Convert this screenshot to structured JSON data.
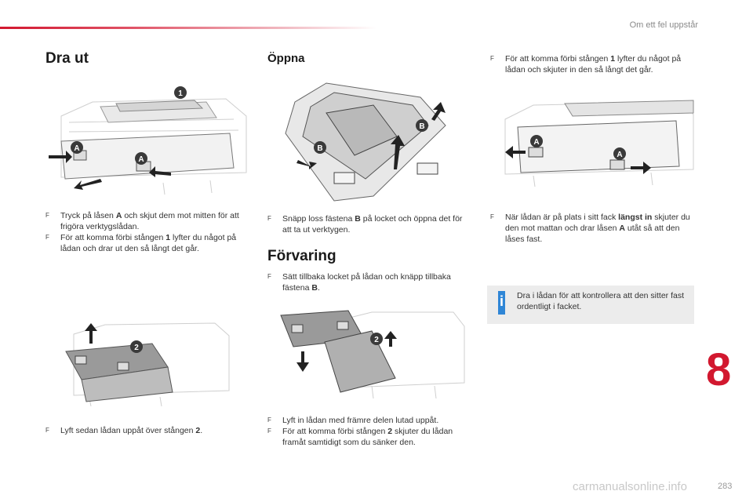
{
  "header": {
    "title": "Om ett fel uppstår"
  },
  "page": {
    "number": "283",
    "chapter": "8"
  },
  "watermark": "carmanualsonline.info",
  "sections": {
    "dra_ut": {
      "title": "Dra ut",
      "steps": [
        [
          {
            "t": "Tryck på låsen "
          },
          {
            "t": "A",
            "b": true
          },
          {
            "t": " och skjut dem mot mitten för att frigöra verktygslådan."
          }
        ],
        [
          {
            "t": "För att komma förbi stången "
          },
          {
            "t": "1",
            "b": true
          },
          {
            "t": " lyfter du något på lådan och drar ut den så långt det går."
          }
        ]
      ],
      "steps2": [
        [
          {
            "t": "Lyft sedan lådan uppåt över stången "
          },
          {
            "t": "2",
            "b": true
          },
          {
            "t": "."
          }
        ]
      ]
    },
    "oppna": {
      "title": "Öppna",
      "steps": [
        [
          {
            "t": "Snäpp loss fästena "
          },
          {
            "t": "B",
            "b": true
          },
          {
            "t": " på locket och öppna det för att ta ut verktygen."
          }
        ]
      ]
    },
    "forvaring": {
      "title": "Förvaring",
      "steps": [
        [
          {
            "t": "Sätt tillbaka locket på lådan och knäpp tillbaka fästena "
          },
          {
            "t": "B",
            "b": true
          },
          {
            "t": "."
          }
        ]
      ],
      "steps2": [
        [
          {
            "t": "Lyft in lådan med främre delen lutad uppåt."
          }
        ],
        [
          {
            "t": "För att komma förbi stången "
          },
          {
            "t": "2",
            "b": true
          },
          {
            "t": " skjuter du lådan framåt samtidigt som du sänker den."
          }
        ]
      ]
    },
    "right": {
      "steps_top": [
        [
          {
            "t": "För att komma förbi stången "
          },
          {
            "t": "1",
            "b": true
          },
          {
            "t": " lyfter du något på lådan och skjuter in den så långt det går."
          }
        ]
      ],
      "steps_mid": [
        [
          {
            "t": "När lådan är på plats i sitt fack "
          },
          {
            "t": "längst in",
            "b": true
          },
          {
            "t": " skjuter du den mot mattan och drar låsen "
          },
          {
            "t": "A",
            "b": true
          },
          {
            "t": " utåt så att den låses fast."
          }
        ]
      ],
      "info": "Dra i lådan för att kontrollera att den sitter fast ordentligt i facket."
    }
  },
  "bullet_marker": "F",
  "labels": {
    "A": "A",
    "B": "B",
    "one": "1",
    "two": "2",
    "info_icon": "i"
  },
  "colors": {
    "accent": "#d2182f",
    "info": "#2f86d6",
    "callout": "#3a3a3a"
  }
}
